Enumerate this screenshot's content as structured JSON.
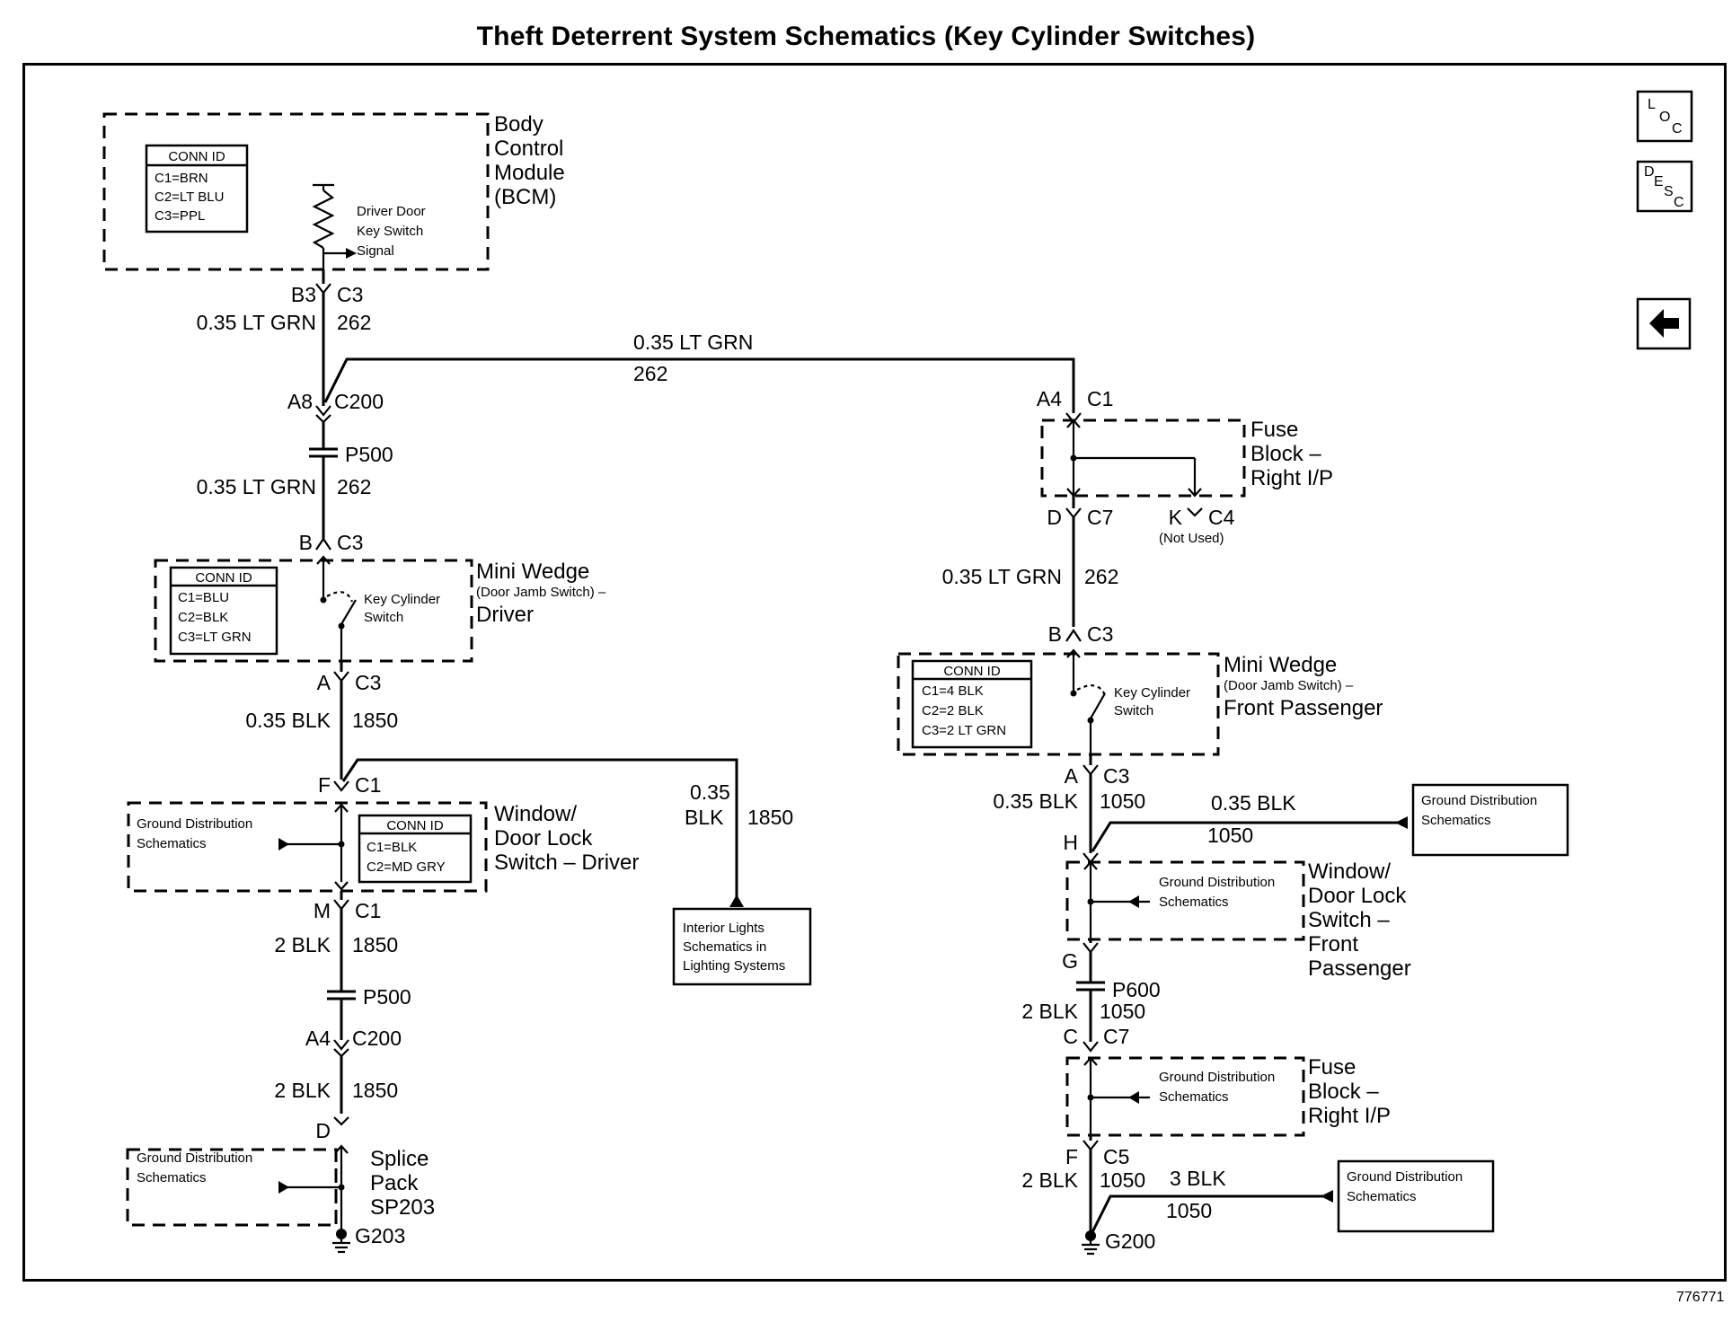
{
  "title": "Theft Deterrent System Schematics (Key Cylinder Switches)",
  "figure_number": "776771",
  "nav": {
    "loc": [
      "L",
      "O",
      "C"
    ],
    "desc": [
      "D",
      "E",
      "S",
      "C"
    ]
  },
  "bcm": {
    "name": [
      "Body",
      "Control",
      "Module",
      "(BCM)"
    ],
    "conn_id": [
      "CONN ID",
      "C1=BRN",
      "C2=LT BLU",
      "C3=PPL"
    ],
    "signal": [
      "Driver Door",
      "Key Switch",
      "Signal"
    ]
  },
  "left": {
    "bcm_pin": "B3",
    "bcm_conn": "C3",
    "w1_size": "0.35 LT GRN",
    "w1_circ": "262",
    "c200_pin": "A8",
    "c200_conn": "C200",
    "p500_a": "P500",
    "w2_size": "0.35 LT GRN",
    "w2_circ": "262",
    "mw_pin_in": "B",
    "mw_conn_in": "C3",
    "mw_name": "Mini Wedge",
    "mw_sub": "(Door Jamb Switch) –",
    "mw_side": "Driver",
    "mw_conn_id": [
      "CONN ID",
      "C1=BLU",
      "C2=BLK",
      "C3=LT GRN"
    ],
    "mw_switch": [
      "Key Cylinder",
      "Switch"
    ],
    "mw_pin_out": "A",
    "mw_conn_out": "C3",
    "w3_size": "0.35 BLK",
    "w3_circ": "1850",
    "wd_pin_in": "F",
    "wd_conn_in": "C1",
    "wd_name": [
      "Window/",
      "Door Lock",
      "Switch – Driver"
    ],
    "wd_conn_id": [
      "CONN ID",
      "C1=BLK",
      "C2=MD GRY"
    ],
    "wd_ground": [
      "Ground Distribution",
      "Schematics"
    ],
    "wd_pin_out": "M",
    "wd_conn_out": "C1",
    "w4_size": "2 BLK",
    "w4_circ": "1850",
    "p500_b": "P500",
    "c200b_pin": "A4",
    "c200b_conn": "C200",
    "w5_size": "2 BLK",
    "w5_circ": "1850",
    "sp_pin": "D",
    "sp_name": [
      "Splice",
      "Pack",
      "SP203"
    ],
    "sp_ground": [
      "Ground Distribution",
      "Schematics"
    ],
    "ground": "G203",
    "branch_size": [
      "0.35",
      "BLK"
    ],
    "branch_circ": "1850",
    "interior_box": [
      "Interior Lights",
      "Schematics in",
      "Lighting Systems"
    ]
  },
  "top_wire": {
    "size": "0.35 LT GRN",
    "circ": "262"
  },
  "right": {
    "fb_pin_in": "A4",
    "fb_conn_in": "C1",
    "fb_name": [
      "Fuse",
      "Block –",
      "Right I/P"
    ],
    "fb_pin_out": "D",
    "fb_conn_out": "C7",
    "fb_pin_nu": "K",
    "fb_conn_nu": "C4",
    "fb_not_used": "(Not Used)",
    "w1_size": "0.35 LT GRN",
    "w1_circ": "262",
    "mw_pin_in": "B",
    "mw_conn_in": "C3",
    "mw_name": "Mini Wedge",
    "mw_sub": "(Door Jamb Switch) –",
    "mw_side": "Front Passenger",
    "mw_conn_id": [
      "CONN ID",
      "C1=4 BLK",
      "C2=2 BLK",
      "C3=2 LT GRN"
    ],
    "mw_switch": [
      "Key Cylinder",
      "Switch"
    ],
    "mw_pin_out": "A",
    "mw_conn_out": "C3",
    "w2_size": "0.35 BLK",
    "w2_circ": "1050",
    "h_pin": "H",
    "branch_size": "0.35 BLK",
    "branch_circ": "1050",
    "gd_box1": [
      "Ground Distribution",
      "Schematics"
    ],
    "wp_name": [
      "Window/",
      "Door Lock",
      "Switch –",
      "Front",
      "Passenger"
    ],
    "wp_ground": [
      "Ground Distribution",
      "Schematics"
    ],
    "wp_pin_out": "G",
    "p600": "P600",
    "w3_size": "2 BLK",
    "w3_circ": "1050",
    "fb2_pin_in": "C",
    "fb2_conn_in": "C7",
    "fb2_name": [
      "Fuse",
      "Block –",
      "Right I/P"
    ],
    "fb2_ground": [
      "Ground Distribution",
      "Schematics"
    ],
    "fb2_pin_out": "F",
    "fb2_conn_out": "C5",
    "w4_size": "2 BLK",
    "w4_circ": "1050",
    "gb_size": "3 BLK",
    "gb_circ": "1050",
    "gd_box2": [
      "Ground Distribution",
      "Schematics"
    ],
    "ground": "G200"
  }
}
